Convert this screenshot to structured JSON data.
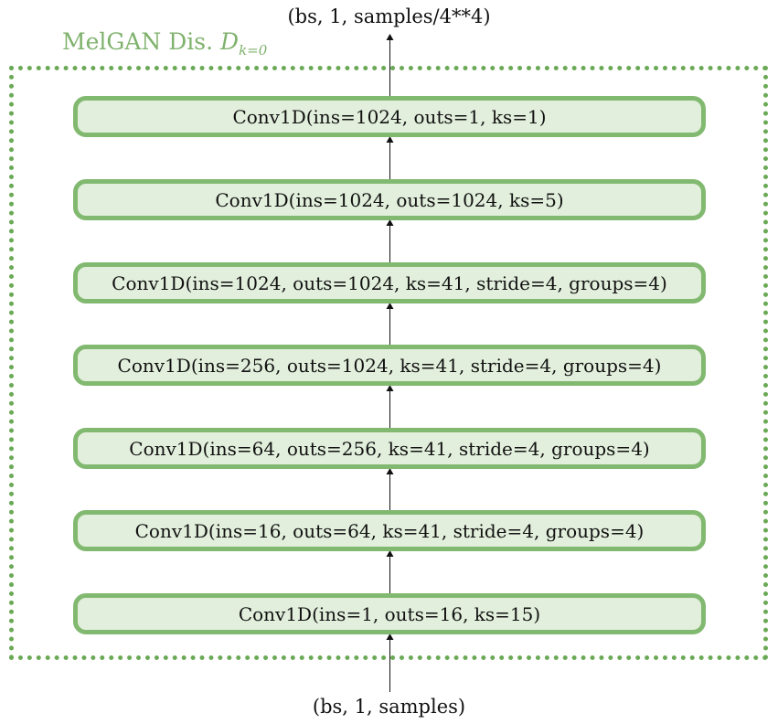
{
  "diagram": {
    "title": {
      "text": "MelGAN Dis.",
      "symbol": "D",
      "subscript": "k=0"
    },
    "output_label": "(bs, 1, samples/4**4)",
    "input_label": "(bs, 1, samples)",
    "layers_top_to_bottom": [
      {
        "label": "Conv1D(ins=1024, outs=1, ks=1)"
      },
      {
        "label": "Conv1D(ins=1024, outs=1024, ks=5)"
      },
      {
        "label": "Conv1D(ins=1024, outs=1024, ks=41, stride=4, groups=4)"
      },
      {
        "label": "Conv1D(ins=256, outs=1024, ks=41, stride=4, groups=4)"
      },
      {
        "label": "Conv1D(ins=64, outs=256, ks=41, stride=4, groups=4)"
      },
      {
        "label": "Conv1D(ins=16, outs=64, ks=41, stride=4, groups=4)"
      },
      {
        "label": "Conv1D(ins=1, outs=16, ks=15)"
      }
    ],
    "colors": {
      "frame_border": "#6aa955",
      "layer_border": "#82b970",
      "layer_fill": "#e2efdc",
      "title_text": "#7fb26c",
      "arrow": "#111111"
    }
  }
}
